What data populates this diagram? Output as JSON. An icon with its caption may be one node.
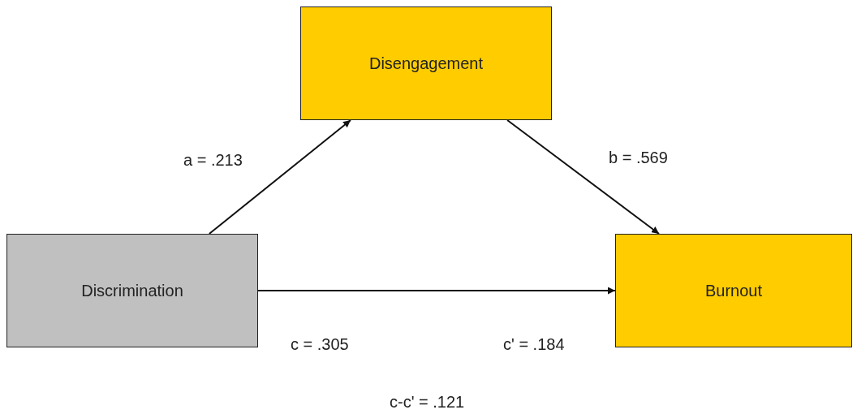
{
  "diagram": {
    "nodes": [
      {
        "text": [
          "Disengagement"
        ]
      },
      {
        "text": [
          "Discrimination"
        ]
      },
      {
        "text": [
          "Burnout"
        ]
      }
    ],
    "edges": [
      {
        "from": 1,
        "to": 0,
        "arrow": "to",
        "label": "a = .213"
      },
      {
        "from": 0,
        "to": 2,
        "arrow": "to",
        "label": "b = .569"
      },
      {
        "from": 1,
        "to": 2,
        "arrow": "to"
      }
    ],
    "labels": [
      "c = .305",
      "c' = .184",
      "c-c' = .121"
    ]
  }
}
